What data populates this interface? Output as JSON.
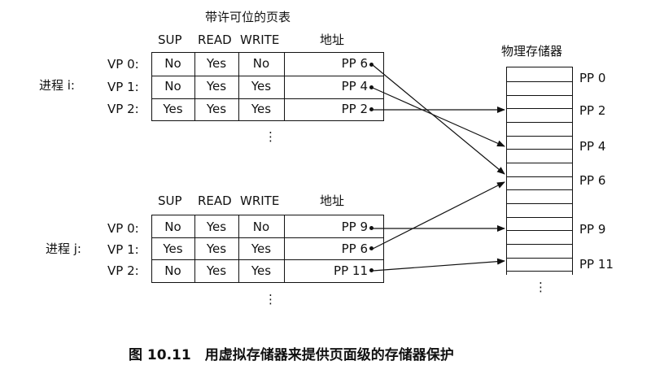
{
  "table_title": "带许可位的页表",
  "memory_title": "物理存储器",
  "headers": {
    "sup": "SUP",
    "read": "READ",
    "write": "WRITE",
    "addr": "地址"
  },
  "process_i": {
    "label": "进程 i:",
    "rows": [
      {
        "vp": "VP 0:",
        "sup": "No",
        "read": "Yes",
        "write": "No",
        "addr": "PP 6"
      },
      {
        "vp": "VP 1:",
        "sup": "No",
        "read": "Yes",
        "write": "Yes",
        "addr": "PP 4"
      },
      {
        "vp": "VP 2:",
        "sup": "Yes",
        "read": "Yes",
        "write": "Yes",
        "addr": "PP 2"
      }
    ]
  },
  "process_j": {
    "label": "进程 j:",
    "rows": [
      {
        "vp": "VP 0:",
        "sup": "No",
        "read": "Yes",
        "write": "No",
        "addr": "PP 9"
      },
      {
        "vp": "VP 1:",
        "sup": "Yes",
        "read": "Yes",
        "write": "Yes",
        "addr": "PP 6"
      },
      {
        "vp": "VP 2:",
        "sup": "No",
        "read": "Yes",
        "write": "Yes",
        "addr": "PP 11"
      }
    ]
  },
  "memory_labels": [
    "PP 0",
    "PP 2",
    "PP 4",
    "PP 6",
    "PP 9",
    "PP 11"
  ],
  "ellipsis": "⋮",
  "caption": "图 10.11　用虚拟存储器来提供页面级的存储器保护"
}
